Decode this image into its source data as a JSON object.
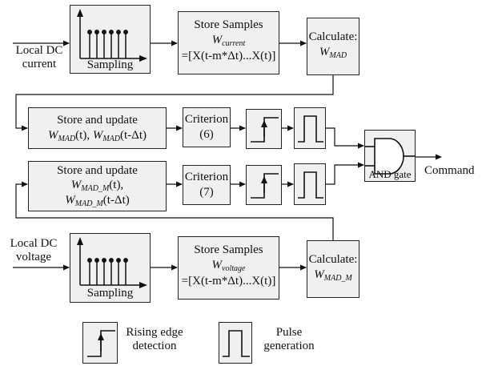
{
  "inputs": {
    "current": [
      "Local DC",
      "current"
    ],
    "voltage": [
      "Local DC",
      "voltage"
    ]
  },
  "sampling": {
    "label": "Sampling"
  },
  "store_current": {
    "title": "Store Samples",
    "w": "W",
    "w_sub": "current",
    "formula": "=[X(t-m*Δt)...X(t)]"
  },
  "store_voltage": {
    "title": "Store Samples",
    "w": "W",
    "w_sub": "voltage",
    "formula": "=[X(t-m*Δt)...X(t)]"
  },
  "calc_mad": {
    "title": "Calculate:",
    "w": "W",
    "w_sub": "MAD"
  },
  "calc_mad_m": {
    "title": "Calculate:",
    "w": "W",
    "w_sub": "MAD_M"
  },
  "update1": {
    "title": "Store and update",
    "w": "W",
    "w_sub": "MAD",
    "t1": "(t), ",
    "t2": "(t-Δt)"
  },
  "update2": {
    "title": "Store and update",
    "w": "W",
    "w_sub": "MAD_M",
    "t1": "(t),",
    "t2": "(t-Δt)"
  },
  "criterion1": [
    "Criterion",
    "(6)"
  ],
  "criterion2": [
    "Criterion",
    "(7)"
  ],
  "and_gate": {
    "label": "AND gate"
  },
  "output": {
    "label": "Command"
  },
  "legend": {
    "rising": [
      "Rising edge",
      "detection"
    ],
    "pulse": [
      "Pulse",
      "generation"
    ]
  }
}
